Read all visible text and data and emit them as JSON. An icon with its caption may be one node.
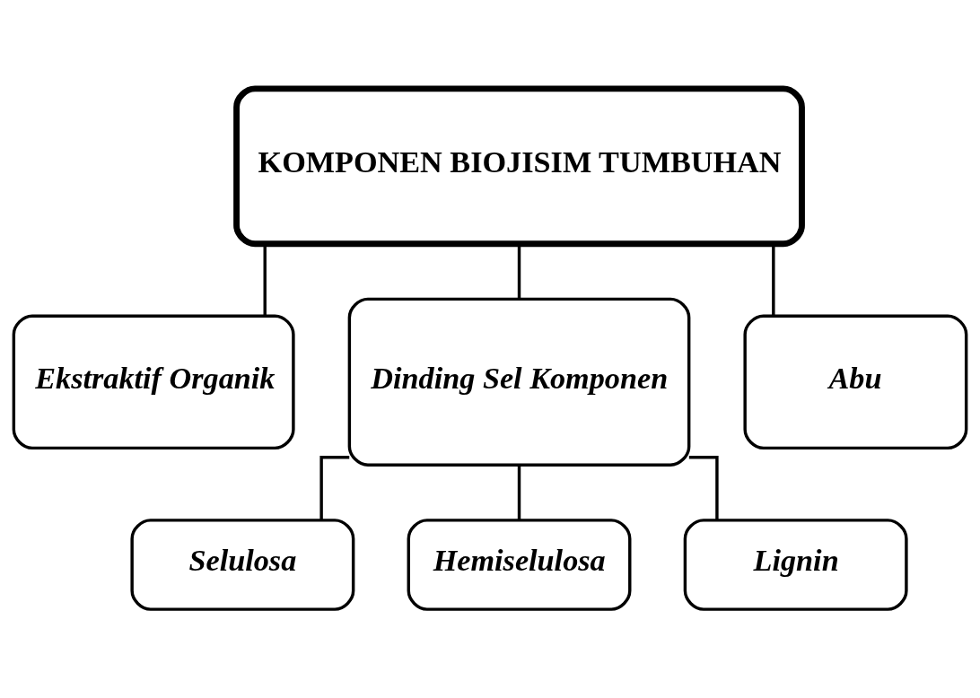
{
  "diagram": {
    "nodes": [
      {
        "text": [
          "KOMPONEN BIOJISIM TUMBUHAN"
        ]
      },
      {
        "text": [
          "Ekstraktif Organik"
        ]
      },
      {
        "text": [
          "Dinding Sel Komponen"
        ]
      },
      {
        "text": [
          "Abu"
        ]
      },
      {
        "text": [
          "Selulosa"
        ]
      },
      {
        "text": [
          "Hemiselulosa"
        ]
      },
      {
        "text": [
          "Lignin"
        ]
      }
    ],
    "edges": [
      {
        "from": 0,
        "to": 1,
        "arrow": "none"
      },
      {
        "from": 0,
        "to": 2,
        "arrow": "none"
      },
      {
        "from": 0,
        "to": 3,
        "arrow": "none"
      },
      {
        "from": 2,
        "to": 4,
        "arrow": "none"
      },
      {
        "from": 2,
        "to": 5,
        "arrow": "none"
      },
      {
        "from": 2,
        "to": 6,
        "arrow": "none"
      }
    ]
  }
}
